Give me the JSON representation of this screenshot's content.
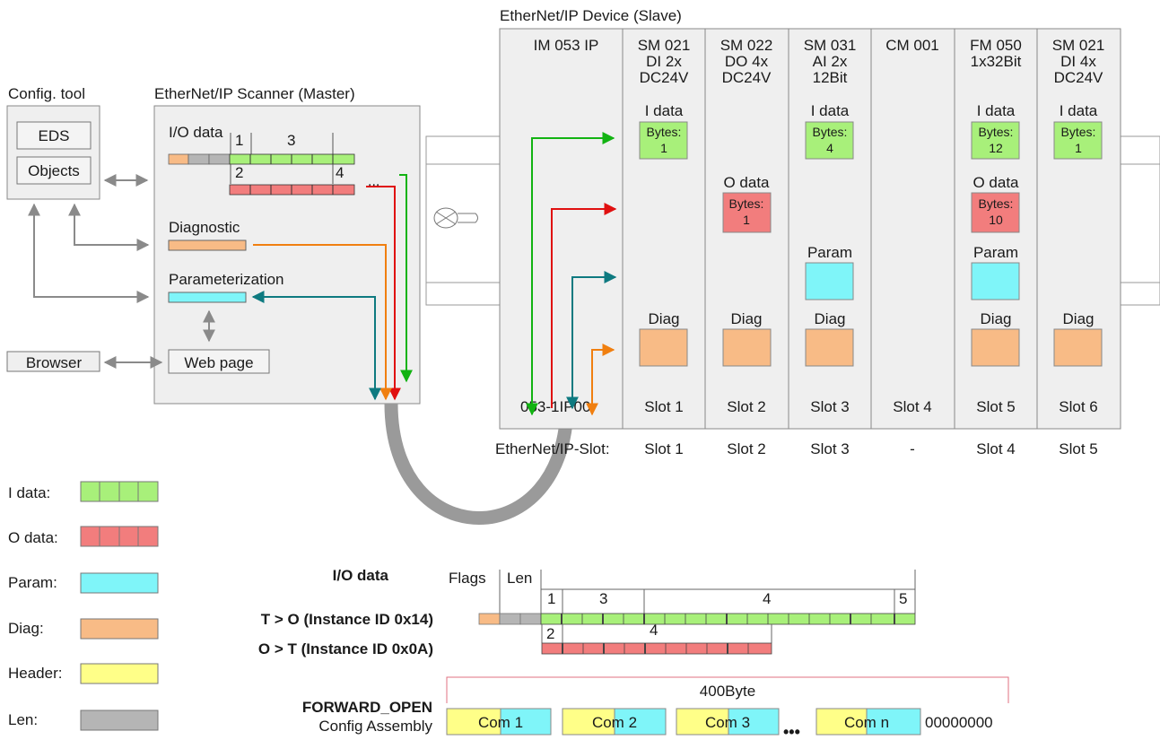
{
  "colors": {
    "i_data": "#a8f07a",
    "o_data": "#f27d7d",
    "param": "#7ff5f9",
    "diag": "#f8bb86",
    "header": "#ffff88",
    "len": "#b5b5b5",
    "arrow_green": "#12b312",
    "arrow_red": "#e01010",
    "arrow_teal": "#0e7a80",
    "arrow_orange": "#f07f10",
    "arrow_gray": "#8a8a8a"
  },
  "config_tool": {
    "title": "Config. tool",
    "eds": "EDS",
    "objects": "Objects"
  },
  "browser": "Browser",
  "scanner": {
    "title": "EtherNet/IP Scanner (Master)",
    "io_data": "I/O data",
    "n1": "1",
    "n2": "2",
    "n3": "3",
    "n4": "4",
    "dots": "...",
    "diagnostic": "Diagnostic",
    "parameterization": "Parameterization",
    "web_page": "Web page"
  },
  "device": {
    "title": "EtherNet/IP Device (Slave)",
    "im": "IM 053 IP",
    "im_slot": "053-1IP00",
    "slot_row_label": "EtherNet/IP-Slot:",
    "im_eip_slot": "Slot 1",
    "modules": [
      {
        "name1": "SM 021",
        "name2": "DI 2x",
        "name3": "DC24V",
        "data_label": "I data",
        "bytes": "Bytes:",
        "bytes_n": "1",
        "param": "",
        "diag": "Diag",
        "slot": "Slot 1",
        "eip_slot": "Slot 2"
      },
      {
        "name1": "SM 022",
        "name2": "DO 4x",
        "name3": "DC24V",
        "data_label": "O data",
        "bytes": "Bytes:",
        "bytes_n": "1",
        "param": "",
        "diag": "Diag",
        "slot": "Slot 2",
        "eip_slot": "Slot 3"
      },
      {
        "name1": "SM 031",
        "name2": "AI 2x",
        "name3": "12Bit",
        "data_label": "I data",
        "bytes": "Bytes:",
        "bytes_n": "4",
        "param": "Param",
        "diag": "Diag",
        "slot": "Slot 3",
        "eip_slot": "-"
      },
      {
        "name1": "CM 001",
        "name2": "",
        "name3": "",
        "data_label": "",
        "bytes": "",
        "bytes_n": "",
        "param": "",
        "diag": "",
        "slot": "Slot 4",
        "eip_slot": "Slot 4"
      },
      {
        "name1": "FM 050",
        "name2": "1x32Bit",
        "name3": "",
        "data_label": "I data",
        "bytes": "Bytes:",
        "bytes_n": "12",
        "o_label": "O data",
        "o_bytes": "Bytes:",
        "o_bytes_n": "10",
        "param": "Param",
        "diag": "Diag",
        "slot": "Slot 5",
        "eip_slot": "Slot 5"
      },
      {
        "name1": "SM 021",
        "name2": "DI 4x",
        "name3": "DC24V",
        "data_label": "I data",
        "bytes": "Bytes:",
        "bytes_n": "1",
        "param": "",
        "diag": "Diag",
        "slot": "Slot 6",
        "eip_slot": ""
      }
    ]
  },
  "legend": {
    "i_data": "I data:",
    "o_data": "O data:",
    "param": "Param:",
    "diag": "Diag:",
    "header": "Header:",
    "len": "Len:"
  },
  "assembly": {
    "io_title": "I/O data",
    "t_o": "T > O (Instance ID 0x14)",
    "o_t": "O > T (Instance ID 0x0A)",
    "flags": "Flags",
    "len": "Len",
    "n1": "1",
    "n2": "2",
    "n3": "3",
    "n4a": "4",
    "n4b": "4",
    "n5": "5",
    "forward_open": "FORWARD_OPEN",
    "config_assembly": "Config Assembly",
    "size": "400Byte",
    "com1": "Com 1",
    "com2": "Com 2",
    "com3": "Com 3",
    "comn": "Com n",
    "dots": "•••",
    "zeros": "00000000"
  }
}
